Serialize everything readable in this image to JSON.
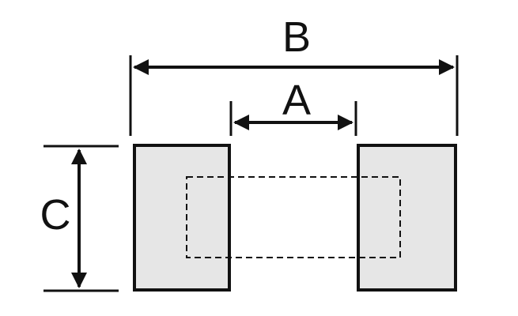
{
  "labels": {
    "overall_width": "B",
    "gap": "A",
    "height": "C"
  },
  "colors": {
    "stroke": "#111111",
    "pad_fill": "#e6e6e6",
    "background": "#ffffff"
  }
}
